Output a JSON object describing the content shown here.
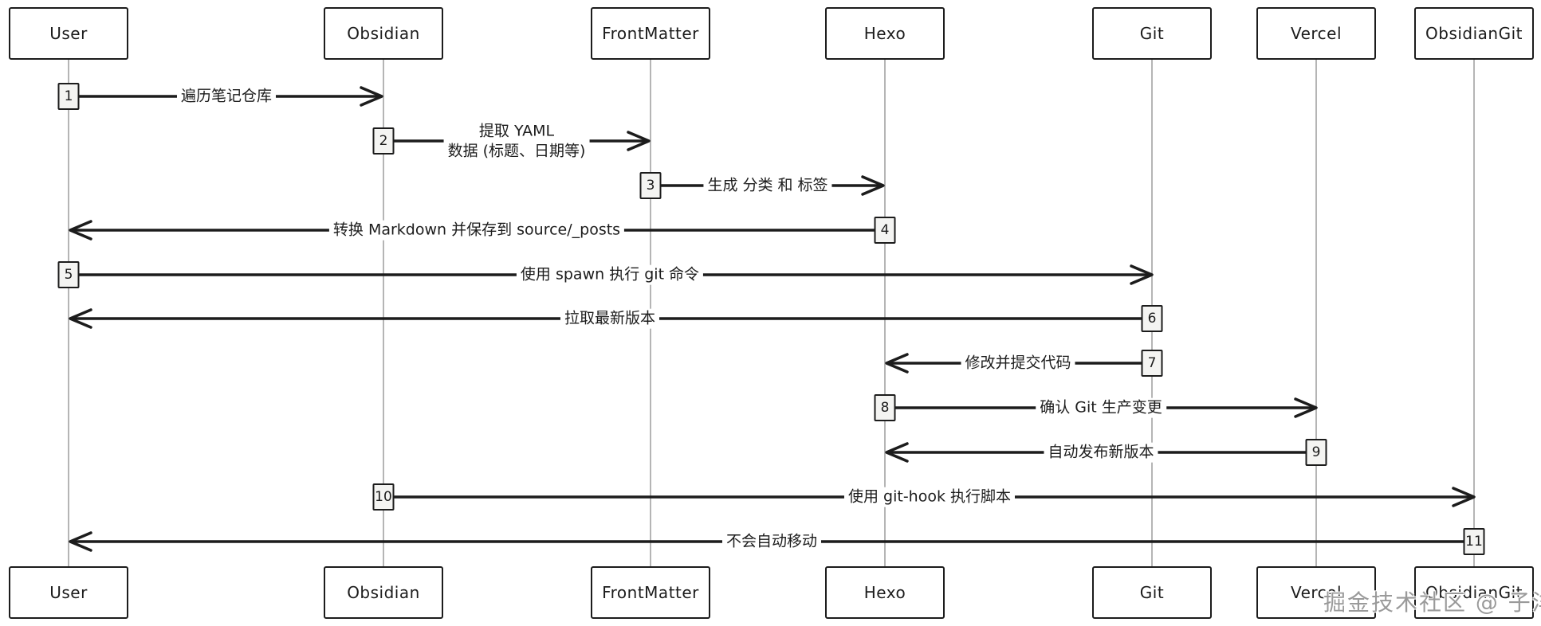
{
  "diagram": {
    "type": "sequence-diagram",
    "actors": [
      {
        "name": "User"
      },
      {
        "name": "Obsidian"
      },
      {
        "name": "FrontMatter"
      },
      {
        "name": "Hexo"
      },
      {
        "name": "Git"
      },
      {
        "name": "Vercel"
      },
      {
        "name": "ObsidianGit"
      }
    ],
    "messages": [
      {
        "num": "1",
        "from": "User",
        "to": "Obsidian",
        "label": "遍历笔记仓库"
      },
      {
        "num": "2",
        "from": "Obsidian",
        "to": "FrontMatter",
        "label": "提取 YAML 数据 (标题、日期等)",
        "label_lines": [
          "提取 YAML",
          "数据 (标题、日期等)"
        ]
      },
      {
        "num": "3",
        "from": "FrontMatter",
        "to": "Hexo",
        "label": "生成 分类 和 标签"
      },
      {
        "num": "4",
        "from": "Hexo",
        "to": "User",
        "label": "转换 Markdown 并保存到 source/_posts"
      },
      {
        "num": "5",
        "from": "User",
        "to": "Git",
        "label": "使用 spawn 执行 git 命令"
      },
      {
        "num": "6",
        "from": "Git",
        "to": "User",
        "label": "拉取最新版本"
      },
      {
        "num": "7",
        "from": "Git",
        "to": "Hexo",
        "label": "修改并提交代码"
      },
      {
        "num": "8",
        "from": "Hexo",
        "to": "Vercel",
        "label": "确认 Git 生产变更"
      },
      {
        "num": "9",
        "from": "Vercel",
        "to": "Hexo",
        "label": "自动发布新版本"
      },
      {
        "num": "10",
        "from": "Obsidian",
        "to": "ObsidianGit",
        "label": "使用 git-hook 执行脚本"
      },
      {
        "num": "11",
        "from": "ObsidianGit",
        "to": "User",
        "label": "不会自动移动"
      }
    ],
    "watermark": "掘金技术社区 @ 子洋",
    "colors": {
      "stroke": "#1c1c1c",
      "lifeline": "#b5b5b5",
      "activation_fill": "#f4f4f2",
      "background": "#ffffff",
      "watermark": "#9a9a9a"
    }
  }
}
